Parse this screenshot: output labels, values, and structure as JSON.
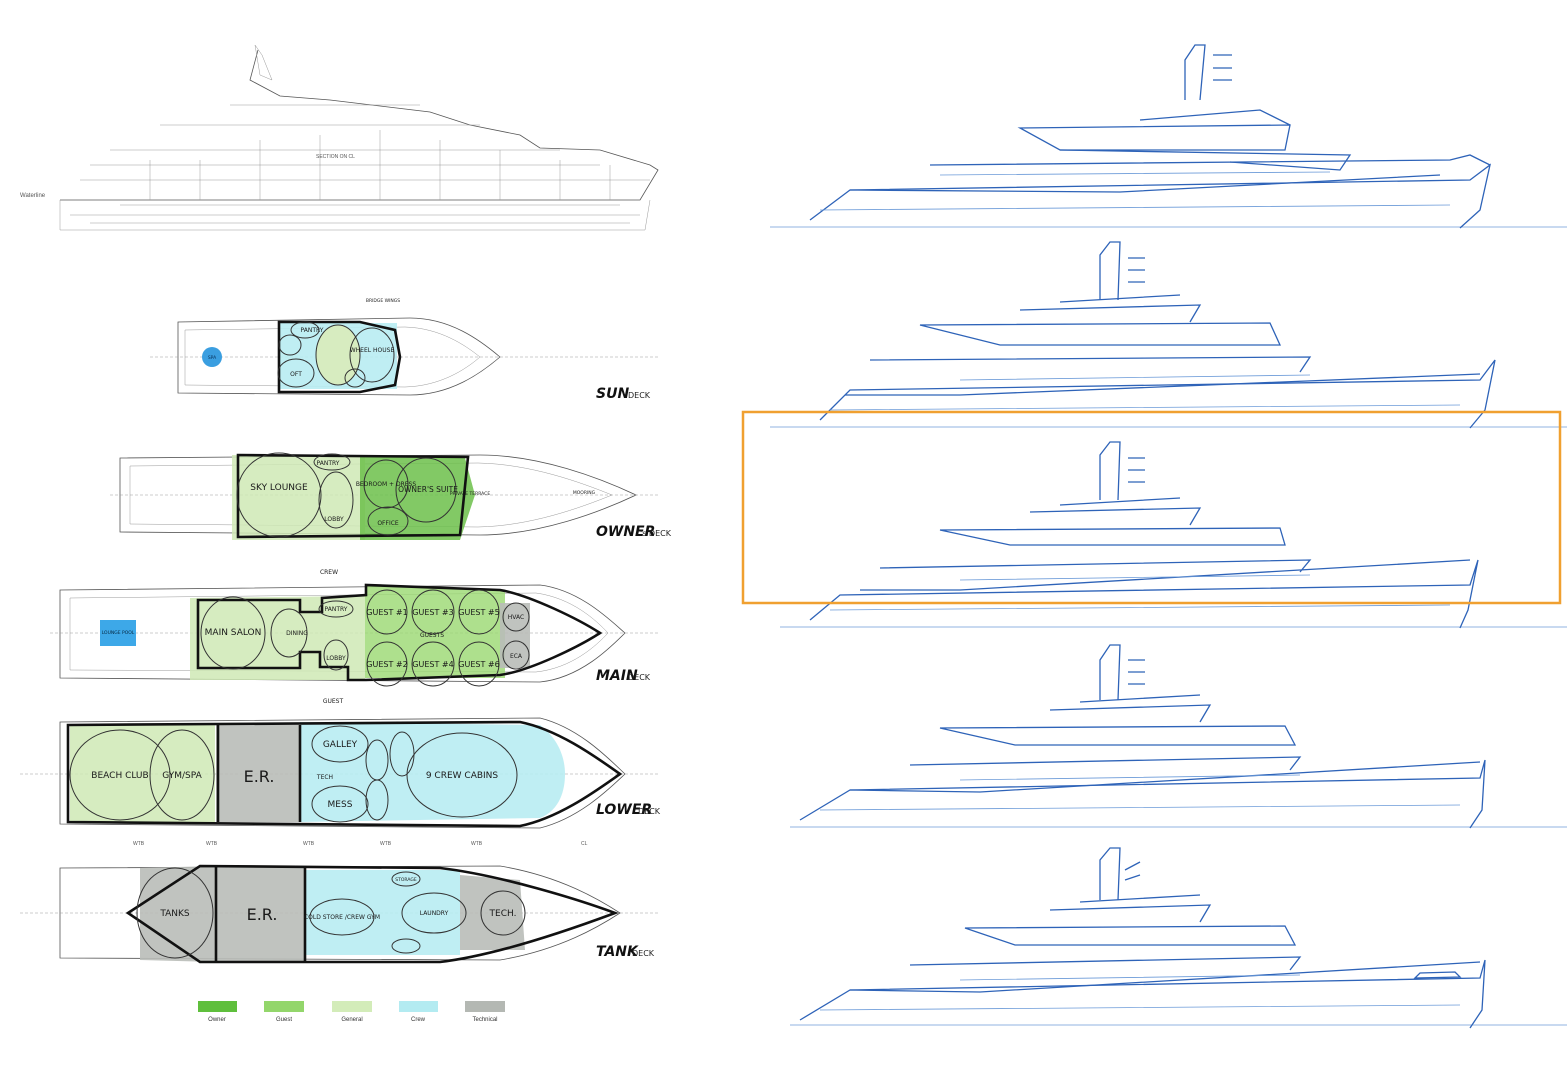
{
  "section": {
    "waterline_label": "Waterline",
    "section_label": "SECTION ON CL"
  },
  "decks": {
    "sun": {
      "title": "SUN",
      "suffix": "DECK",
      "labels": {
        "wheelhouse": "WHEEL HOUSE",
        "pantry": "PANTRY",
        "loft": "OFT",
        "spa": "SPA",
        "bridge_wings": "BRIDGE WINGS"
      }
    },
    "owner": {
      "title": "OWNER",
      "suffix": "'s DECK",
      "labels": {
        "sky_lounge": "SKY LOUNGE",
        "pantry": "PANTRY",
        "bedroom": "BEDROOM + DRESS",
        "owners_suite": "OWNER'S SUITE",
        "office": "OFFICE",
        "lobby": "LOBBY",
        "private_terrace": "PRIVATE TERRACE",
        "mooring": "MOORING"
      }
    },
    "main": {
      "title": "MAIN",
      "suffix": "DECK",
      "labels": {
        "lounge_pool": "LOUNGE POOL",
        "main_salon": "MAIN SALON",
        "dining": "DINING",
        "pantry": "PANTRY",
        "lobby": "LOBBY",
        "guest1": "GUEST #1",
        "guest2": "GUEST #2",
        "guest3": "GUEST #3",
        "guest4": "GUEST #4",
        "guest5": "GUEST #5",
        "guest6": "GUEST #6",
        "hvac": "HVAC",
        "eca": "ECA",
        "guests": "GUESTS",
        "crew": "CREW",
        "guest_access": "GUEST"
      }
    },
    "lower": {
      "title": "LOWER",
      "suffix": "DECK",
      "labels": {
        "beach_club": "BEACH CLUB",
        "gym_spa": "GYM/SPA",
        "er": "E.R.",
        "galley": "GALLEY",
        "mess": "MESS",
        "crew_cabins": "9 CREW CABINS",
        "tech": "TECH"
      },
      "frames": [
        "WTB",
        "WTB",
        "WTB",
        "WTB",
        "WTB",
        "CL"
      ]
    },
    "tank": {
      "title": "TANK",
      "suffix": "DECK",
      "labels": {
        "tanks": "TANKS",
        "er": "E.R.",
        "cold_store": "COLD STORE /CREW GYM",
        "laundry": "LAUNDRY",
        "tech": "TECH.",
        "storage": "STORAGE"
      }
    }
  },
  "legend": [
    {
      "label": "Owner",
      "color": "#5fbf3c"
    },
    {
      "label": "Guest",
      "color": "#93d66b"
    },
    {
      "label": "General",
      "color": "#d3ecb9"
    },
    {
      "label": "Crew",
      "color": "#b3ebf1"
    },
    {
      "label": "Technical",
      "color": "#b4b8b3"
    }
  ],
  "highlight": {
    "color": "#f0a030",
    "selected_profile": 3
  },
  "profiles_count": 5
}
